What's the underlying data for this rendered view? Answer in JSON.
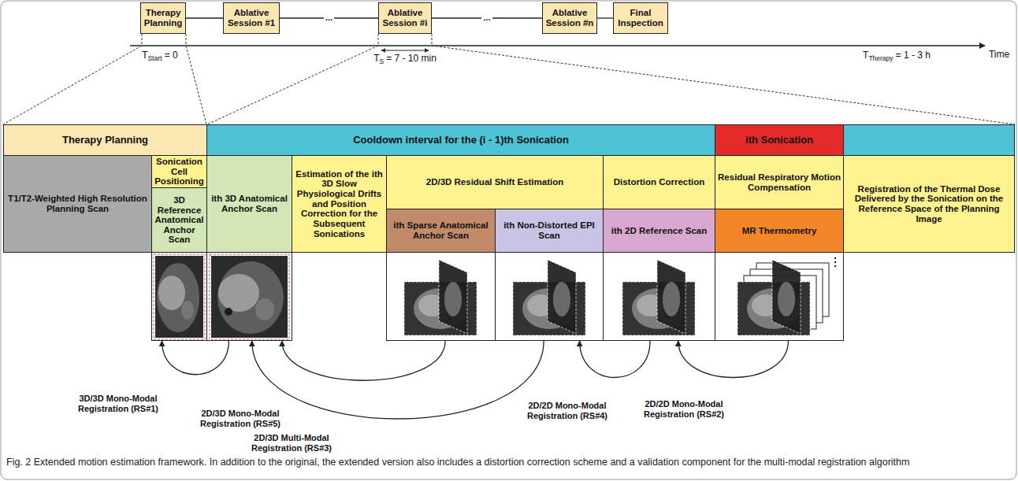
{
  "diagram": {
    "caption": "Fig. 2 Extended motion estimation framework. In addition to the original, the extended version also includes a distortion correction scheme and a validation component for the multi-modal registration algorithm",
    "nodes": [
      {
        "text": [
          "Therapy Planning"
        ]
      },
      {
        "text": [
          "Ablative Session #1"
        ]
      },
      {
        "text": [
          "Ablative Session #i"
        ]
      },
      {
        "text": [
          "Ablative Session #n"
        ]
      },
      {
        "text": [
          "Final Inspection"
        ]
      },
      {
        "text": [
          "Therapy Planning"
        ]
      },
      {
        "text": [
          "Cooldown interval for the (i - 1)th Sonication"
        ]
      },
      {
        "text": [
          "ith Sonication"
        ]
      },
      {
        "text": [
          "T1/T2-Weighted High Resolution Planning Scan"
        ]
      },
      {
        "text": [
          "Sonication Cell Positioning"
        ]
      },
      {
        "text": [
          "3D Reference Anatomical Anchor Scan"
        ]
      },
      {
        "text": [
          "ith 3D Anatomical Anchor Scan"
        ]
      },
      {
        "text": [
          "Estimation of the ith 3D Slow Physiological Drifts and Position Correction for the Subsequent Sonications"
        ]
      },
      {
        "text": [
          "2D/3D Residual Shift Estimation"
        ]
      },
      {
        "text": [
          "ith Sparse Anatomical Anchor Scan"
        ]
      },
      {
        "text": [
          "ith Non-Distorted EPI Scan"
        ]
      },
      {
        "text": [
          "Distortion Correction"
        ]
      },
      {
        "text": [
          "ith 2D Reference Scan"
        ]
      },
      {
        "text": [
          "Residual Respiratory Motion Compensation"
        ]
      },
      {
        "text": [
          "MR Thermometry"
        ]
      },
      {
        "text": [
          "Registration of the Thermal Dose Delivered by the Sonication on the Reference Space of the Planning Image"
        ]
      }
    ],
    "edges": [
      {
        "from": 0,
        "to": 1,
        "arrow": "none"
      },
      {
        "from": 1,
        "to": 2,
        "arrow": "none",
        "label": "..."
      },
      {
        "from": 2,
        "to": 3,
        "arrow": "none",
        "label": "..."
      },
      {
        "from": 3,
        "to": 4,
        "arrow": "none"
      },
      {
        "from": 11,
        "to": 10,
        "arrow": "to",
        "label": "3D/3D Mono-Modal Registration (RS#1)"
      },
      {
        "from": 14,
        "to": 11,
        "arrow": "to",
        "label": "2D/3D Mono-Modal Registration (RS#5)"
      },
      {
        "from": 15,
        "to": 11,
        "arrow": "to",
        "label": "2D/3D Multi-Modal Registration (RS#3)"
      },
      {
        "from": 17,
        "to": 15,
        "arrow": "to",
        "label": "2D/2D Mono-Modal Registration (RS#4)"
      },
      {
        "from": 19,
        "to": 17,
        "arrow": "to",
        "label": "2D/2D Mono-Modal Registration (RS#2)"
      }
    ],
    "labels": [
      "T",
      "Start",
      "= 0",
      "T",
      "S",
      "= 7 - 10 min",
      "T",
      "Therapy",
      "= 1 - 3 h",
      "Time"
    ]
  }
}
